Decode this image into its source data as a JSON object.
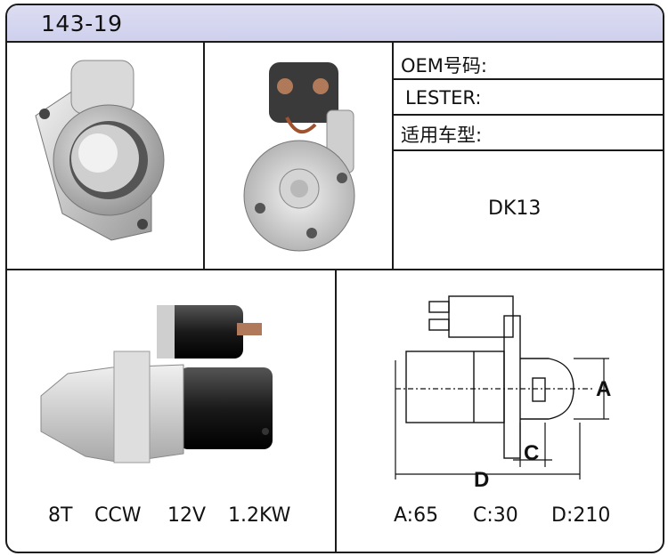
{
  "header": {
    "title": "143-19"
  },
  "info": {
    "oem_label": "OEM号码:",
    "lester_label": "LESTER:",
    "vehicle_label": "适用车型:",
    "model": "DK13"
  },
  "specs_left": [
    "8T",
    "CCW",
    "12V",
    "1.2KW"
  ],
  "specs_right": [
    "A:65",
    "C:30",
    "D:210"
  ],
  "diagram": {
    "label_a": "A",
    "label_c": "C",
    "label_d": "D"
  },
  "photos": {
    "front": "starter-front-photo",
    "rear": "starter-rear-photo",
    "side": "starter-side-photo"
  }
}
